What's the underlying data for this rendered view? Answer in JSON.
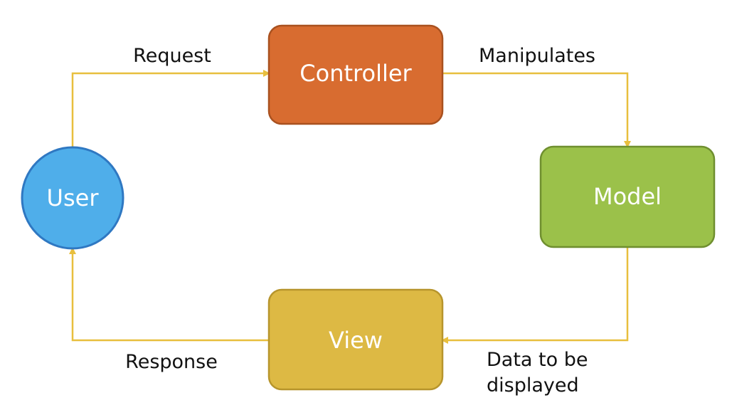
{
  "nodes": {
    "controller": {
      "label": "Controller",
      "fill": "#d86c30",
      "stroke": "#a9511f"
    },
    "model": {
      "label": "Model",
      "fill": "#9bc14a",
      "stroke": "#6f8f2f"
    },
    "view": {
      "label": "View",
      "fill": "#ddb944",
      "stroke": "#b7952c"
    },
    "user": {
      "label": "User",
      "fill": "#4faeea",
      "stroke": "#2f78c2"
    }
  },
  "edges": {
    "request": "Request",
    "manipulates": "Manipulates",
    "data_to_be_displayed": [
      "Data to be",
      "displayed"
    ],
    "response": "Response"
  },
  "colors": {
    "arrow": "#e8bf3e"
  }
}
